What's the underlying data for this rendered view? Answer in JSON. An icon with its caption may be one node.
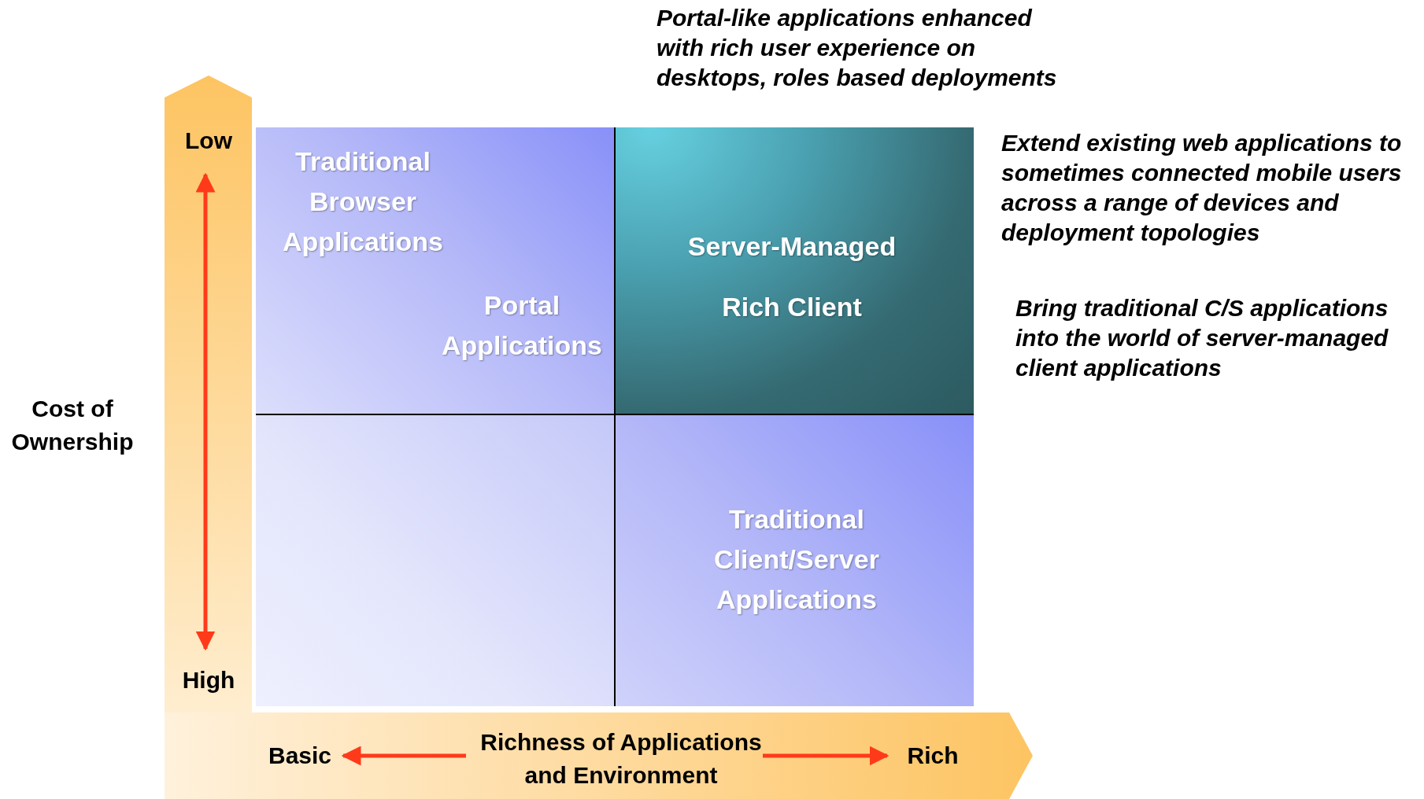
{
  "diagram": {
    "nodes": [
      {
        "text": [
          "Traditional Browser Applications",
          "Portal Applications"
        ]
      },
      {
        "text": [
          "Server-Managed Rich Client"
        ]
      },
      {
        "text": [],
        "shape": "box"
      },
      {
        "text": [
          "Traditional Client/Server Applications"
        ]
      }
    ],
    "labels": [
      "Portal-like applications enhanced with rich user experience on desktops, roles based deployments",
      "Extend existing web applications to sometimes connected mobile users across a range of devices and deployment topologies",
      "Bring traditional C/S applications into the world of server-managed client applications",
      "Low",
      "Cost of Ownership",
      "High",
      "Basic",
      "Richness of Applications and Environment",
      "Rich"
    ]
  }
}
